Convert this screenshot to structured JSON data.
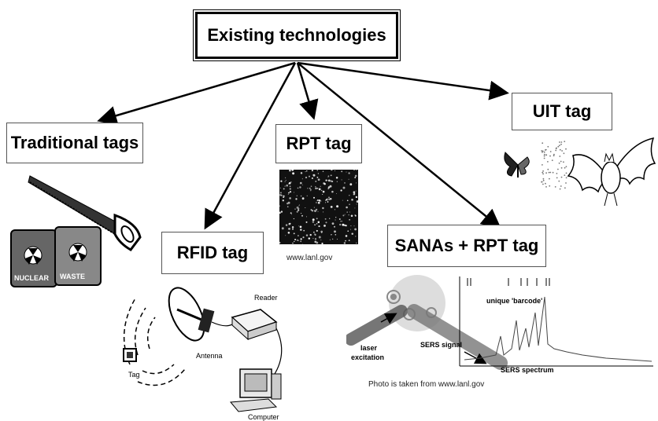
{
  "root": {
    "label": "Existing technologies"
  },
  "nodes": {
    "traditional": {
      "label": "Traditional tags"
    },
    "rfid": {
      "label": "RFID tag"
    },
    "rpt": {
      "label": "RPT tag"
    },
    "sanas": {
      "label": "SANAs + RPT tag"
    },
    "uit": {
      "label": "UIT tag"
    }
  },
  "rpt_image": {
    "caption": "www.lanl.gov"
  },
  "rfid_diagram": {
    "reader": "Reader",
    "antenna": "Antenna",
    "tag": "Tag",
    "computer": "Computer"
  },
  "barrels": {
    "left_text": "NUCLEAR",
    "right_text": "WASTE"
  },
  "sers_figure": {
    "barcode_label": "unique 'barcode'",
    "laser_label_1": "laser",
    "laser_label_2": "excitation",
    "signal_label": "SERS signal",
    "spectrum_label": "SERS spectrum",
    "caption": "Photo is taken from www.lanl.gov"
  }
}
